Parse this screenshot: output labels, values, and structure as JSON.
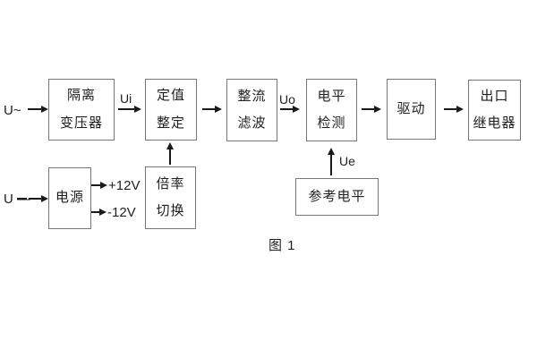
{
  "figure": {
    "caption": "图 1",
    "colors": {
      "background": "#ffffff",
      "box_border": "#767676",
      "text": "#1f1f1f",
      "arrow": "#1a1a1a"
    },
    "blocks": {
      "isolation_transformer": {
        "line1": "隔离",
        "line2": "变压器"
      },
      "value_setting": {
        "line1": "定值",
        "line2": "整定"
      },
      "rectifier_filter": {
        "line1": "整流",
        "line2": "滤波"
      },
      "level_detector": {
        "line1": "电平",
        "line2": "检测"
      },
      "driver": {
        "line1": "驱动"
      },
      "output_relay": {
        "line1": "出口",
        "line2": "继电器"
      },
      "power_supply": {
        "line1": "电源"
      },
      "ratio_switch": {
        "line1": "倍率",
        "line2": "切换"
      },
      "reference_level": {
        "line1": "参考电平"
      }
    },
    "signal_labels": {
      "ac_input": "U~",
      "dc_input": "U —",
      "ui": "Ui",
      "uo": "Uo",
      "ue": "Ue",
      "plus_12v": "+12V",
      "minus_12v": "-12V"
    }
  }
}
